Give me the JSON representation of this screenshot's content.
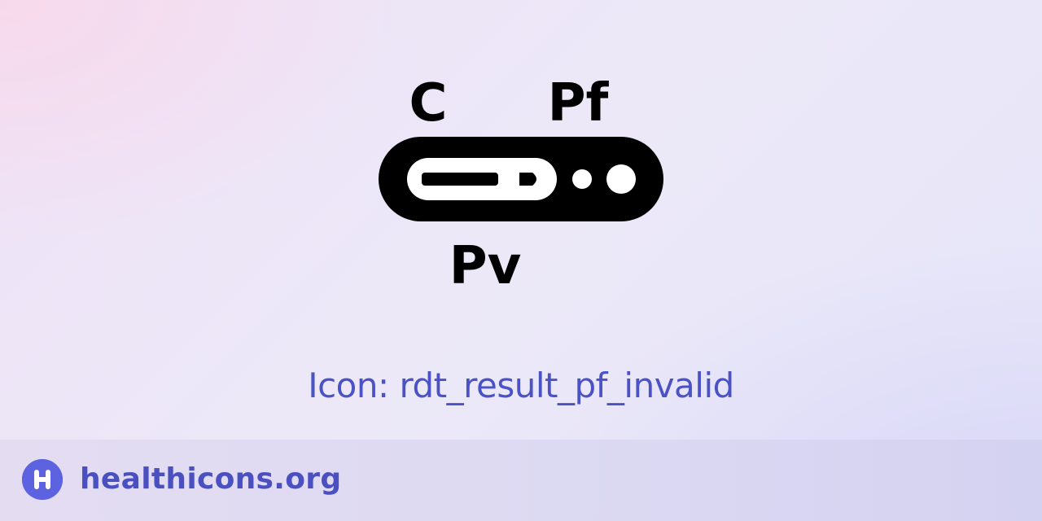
{
  "icon": {
    "name": "rdt-result-pf-invalid-icon",
    "labels": {
      "top_left": "C",
      "top_right": "Pf",
      "bottom": "Pv"
    },
    "color": "#000000"
  },
  "caption": {
    "text": "Icon: rdt_result_pf_invalid",
    "color": "#4b52c6"
  },
  "footer": {
    "logo_letter": "H",
    "site_name": "healthicons.org",
    "brand_color": "#5d63e0"
  }
}
